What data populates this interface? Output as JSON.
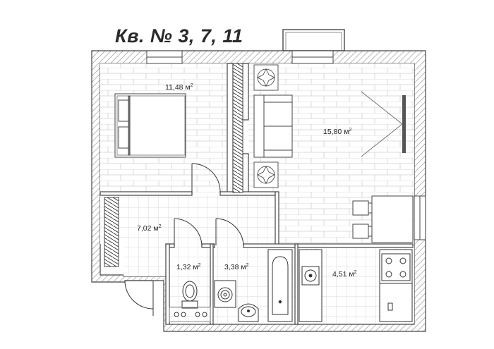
{
  "title": "Кв. № 3, 7, 11",
  "unit": "м",
  "unit_power": "2",
  "rooms": [
    {
      "id": "bedroom",
      "area": "11,48"
    },
    {
      "id": "living-room",
      "area": "15,80"
    },
    {
      "id": "hallway",
      "area": "7,02"
    },
    {
      "id": "toilet",
      "area": "1,32"
    },
    {
      "id": "bathroom",
      "area": "3,38"
    },
    {
      "id": "kitchen",
      "area": "4,51"
    }
  ],
  "colors": {
    "wall_hatch": "#9a9a9a",
    "wall_line": "#444444",
    "floor_grid": "#c8c8c8",
    "balcony_line": "#555555"
  }
}
